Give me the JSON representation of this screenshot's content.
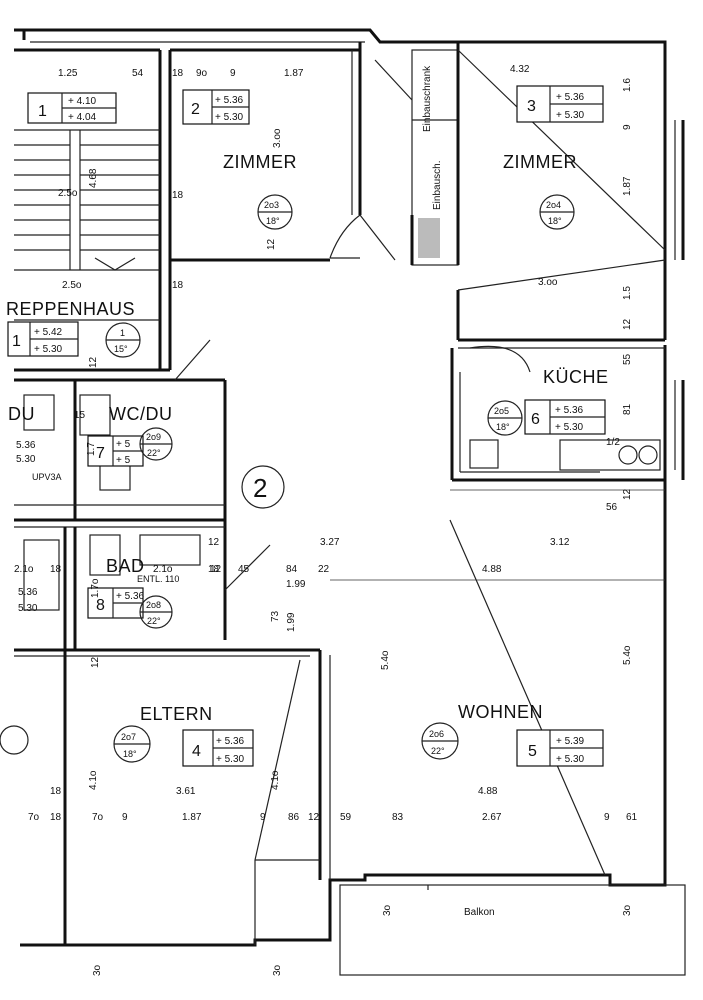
{
  "rooms": {
    "treppenhaus": {
      "name": "REPPENHAUS",
      "num": "1",
      "area_a": "+ 5.42",
      "area_b": "+ 5.30",
      "temp_a": "1",
      "temp_b": "15°"
    },
    "flur": {
      "num": "1",
      "area_a": "+ 4.10",
      "area_b": "+ 4.04"
    },
    "zimmer_left": {
      "name": "ZIMMER",
      "num": "2",
      "area_a": "+ 5.36",
      "area_b": "+ 5.30",
      "temp_a": "2o3",
      "temp_b": "18°"
    },
    "zimmer_right": {
      "name": "ZIMMER",
      "num": "3",
      "area_a": "+ 5.36",
      "area_b": "+ 5.30",
      "temp_a": "2o4",
      "temp_b": "18°"
    },
    "kueche": {
      "name": "KÜCHE",
      "num": "6",
      "area_a": "+ 5.36",
      "area_b": "+ 5.30",
      "temp_a": "2o5",
      "temp_b": "18°"
    },
    "wc": {
      "name": "WC/DU",
      "num": "7",
      "area_a": "+ 5",
      "area_b": "+ 5",
      "temp_a": "2o9",
      "temp_b": "22°"
    },
    "du_left": {
      "name": "DU",
      "area_a": "5.36",
      "area_b": "5.30"
    },
    "bad": {
      "name": "BAD",
      "num": "8",
      "area_a": "+ 5.36",
      "area_b": "",
      "temp_a": "2o8",
      "temp_b": "22°",
      "entl": "ENTL. 110"
    },
    "bad_left": {
      "area_a": "5.36",
      "area_b": "5.30"
    },
    "eltern": {
      "name": "ELTERN",
      "num": "4",
      "area_a": "+ 5.36",
      "area_b": "+ 5.30",
      "temp_a": "2o7",
      "temp_b": "18°"
    },
    "wohnen": {
      "name": "WOHNEN",
      "num": "5",
      "area_a": "+ 5.39",
      "area_b": "+ 5.30",
      "temp_a": "2o6",
      "temp_b": "22°"
    }
  },
  "marker": "2",
  "einbau": "Einbausch.",
  "einbau2": "Einbauschrank",
  "balkon": "Balkon",
  "upv": "UPV3A",
  "dims": {
    "d1": "1.25",
    "d2": "54",
    "d3": "18",
    "d4": "9o",
    "d5": "9",
    "d6": "1.87",
    "d7": "4.32",
    "d8": "1.6",
    "d9": "2.5o",
    "d10": "4.68",
    "d11": "2.5o",
    "d12": "18",
    "d13": "3.oo",
    "d14": "12",
    "d15": "18",
    "d16": "1.87",
    "d17": "9",
    "d18": "3.oo",
    "d19": "12",
    "d20": "1.5",
    "d21": "55",
    "d22": "81",
    "d23": "3.27",
    "d24": "4.88",
    "d25": "3.12",
    "d26": "84",
    "d27": "1.99",
    "d28": "45",
    "d29": "73",
    "d30": "1.99",
    "d31": "12",
    "d32": "5.4o",
    "d33": "5.4o",
    "d34": "4.1o",
    "d35": "3.61",
    "d36": "4.1o",
    "d37": "4.88",
    "d38": "18",
    "d39": "7o",
    "d40": "18",
    "d41": "7o",
    "d42": "9",
    "d43": "1.87",
    "d44": "86",
    "d45": "12",
    "d46": "59",
    "d47": "9",
    "d48": "83",
    "d49": "2.67",
    "d50": "9",
    "d51": "61",
    "d52": "3o",
    "d53": "3o",
    "d54": "3o",
    "d55": "3o",
    "d56": "56",
    "d57": "12",
    "d58": "12",
    "d59": "2.1o",
    "d60": "18",
    "d61": "1.7o",
    "d62": "2.1o",
    "d63": "18",
    "d64": "22",
    "d65": "12",
    "d66": "15",
    "d67": "12",
    "d68": "1.7",
    "d69": "3.oo",
    "d70": "1/2"
  }
}
